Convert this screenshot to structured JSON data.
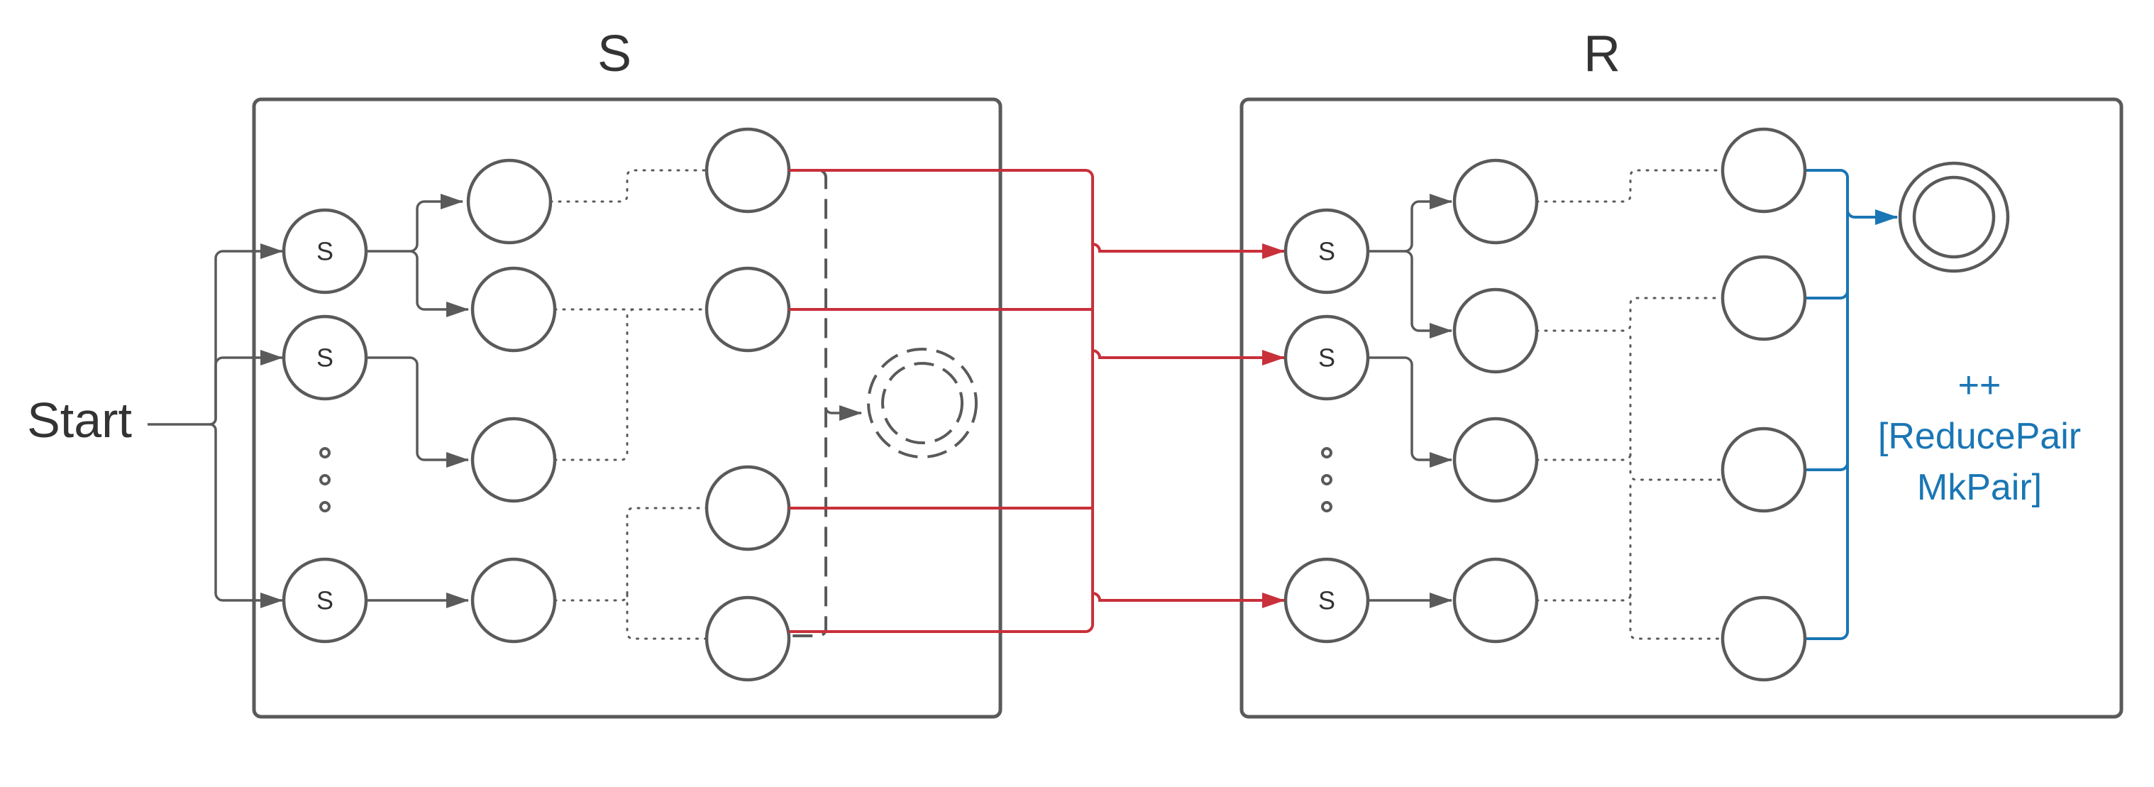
{
  "left_frame": {
    "title": "S"
  },
  "right_frame": {
    "title": "R"
  },
  "start_label": "Start",
  "start_state_label": "S",
  "annotation": {
    "lines": [
      "++",
      "[ReducePair",
      "MkPair]"
    ]
  },
  "colors": {
    "frame": "#5a5a5a",
    "red": "#c8303a",
    "blue": "#1a76b4"
  }
}
